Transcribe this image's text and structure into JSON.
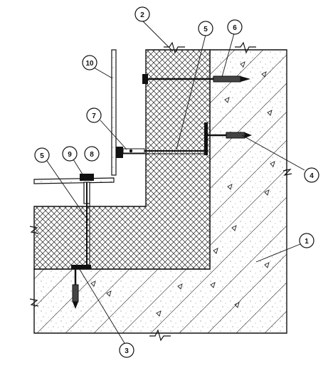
{
  "callouts": [
    {
      "id": "c1",
      "label": "1"
    },
    {
      "id": "c2",
      "label": "2"
    },
    {
      "id": "c3",
      "label": "3"
    },
    {
      "id": "c4",
      "label": "4"
    },
    {
      "id": "c5a",
      "label": "5"
    },
    {
      "id": "c5b",
      "label": "5"
    },
    {
      "id": "c6",
      "label": "6"
    },
    {
      "id": "c7",
      "label": "7"
    },
    {
      "id": "c8",
      "label": "8"
    },
    {
      "id": "c9",
      "label": "9"
    },
    {
      "id": "c10",
      "label": "10"
    }
  ]
}
